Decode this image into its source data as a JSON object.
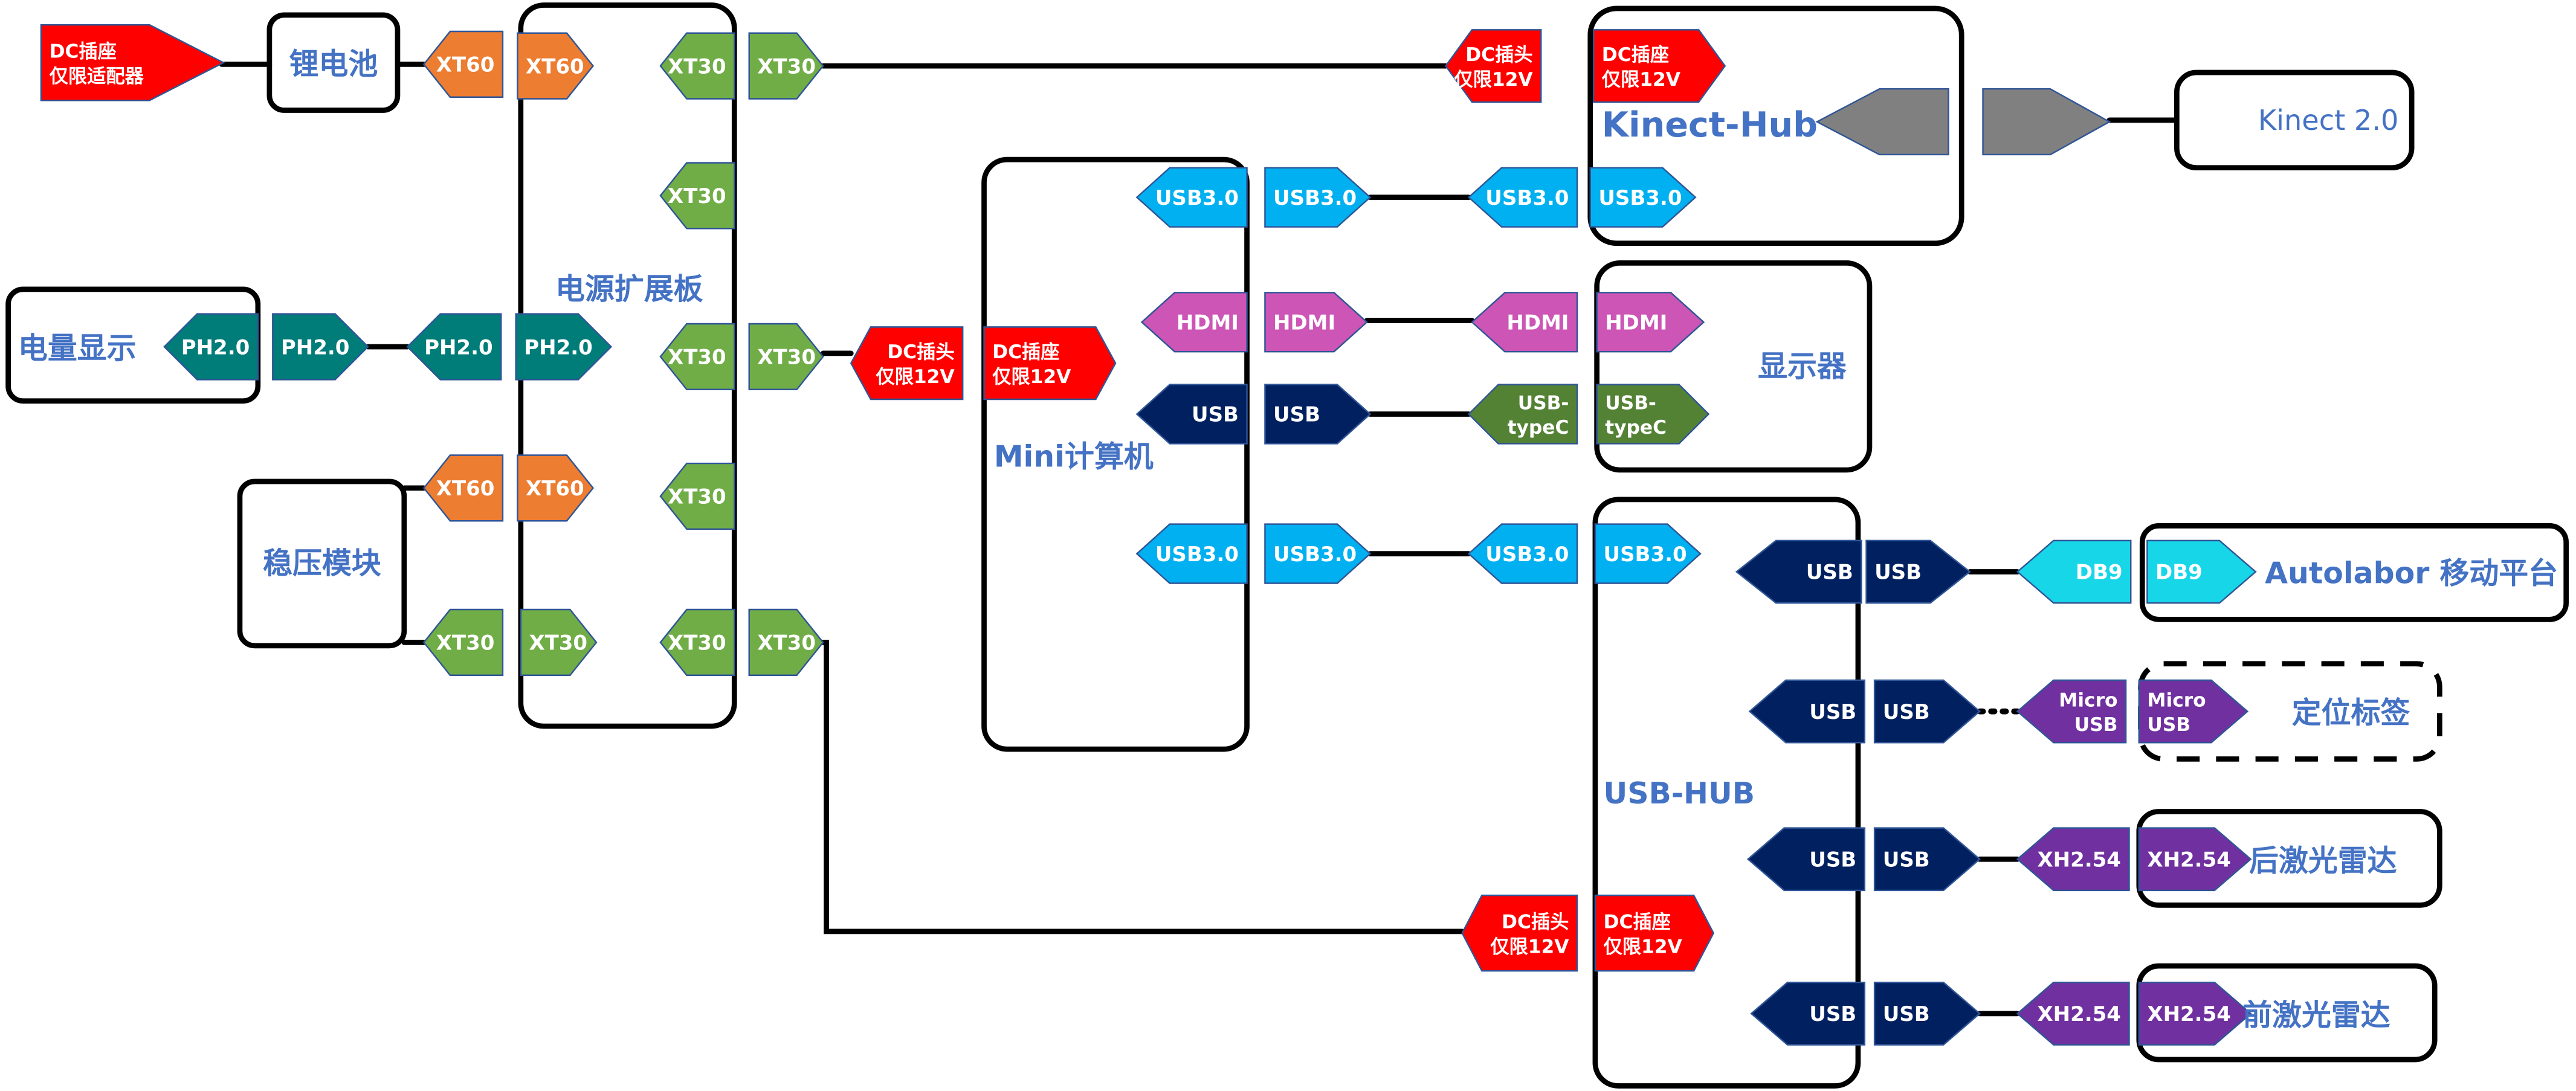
{
  "title": "Robot hardware wiring diagram",
  "colors": {
    "dc": "#FF0000",
    "xt60": "#ED7D31",
    "xt30": "#70AD47",
    "ph": "#007C79",
    "usb3": "#00B0F0",
    "hdmi": "#CC55B5",
    "usb": "#002060",
    "typec": "#548235",
    "xh": "#7030A0",
    "db9": "#17D6E8",
    "kinect": "#808080",
    "outline": "#2F5597",
    "label": "#4472C4"
  },
  "modules": {
    "battery": "锂电池",
    "battery_display": "电量显示",
    "regulator": "稳压模块",
    "power_board": "电源扩展板",
    "mini_pc": "Mini计算机",
    "kinect_hub": "Kinect-Hub",
    "kinect": "Kinect 2.0",
    "monitor": "显示器",
    "usb_hub": "USB-HUB",
    "autolabor": "Autolabor 移动平台",
    "positioning_tag": "定位标签",
    "rear_lidar": "后激光雷达",
    "front_lidar": "前激光雷达"
  },
  "connectors": {
    "adapter_socket": [
      "DC插座",
      "仅限适配器"
    ],
    "dc_plug_12v": [
      "DC插头",
      "仅限12V"
    ],
    "dc_socket_12v": [
      "DC插座",
      "仅限12V"
    ],
    "xt60": "XT60",
    "xt30": "XT30",
    "ph20": "PH2.0",
    "usb30": "USB3.0",
    "hdmi": "HDMI",
    "usb": "USB",
    "typec": [
      "USB-",
      "typeC"
    ],
    "db9": "DB9",
    "micro_usb": [
      "Micro",
      "USB"
    ],
    "xh254": "XH2.54"
  }
}
